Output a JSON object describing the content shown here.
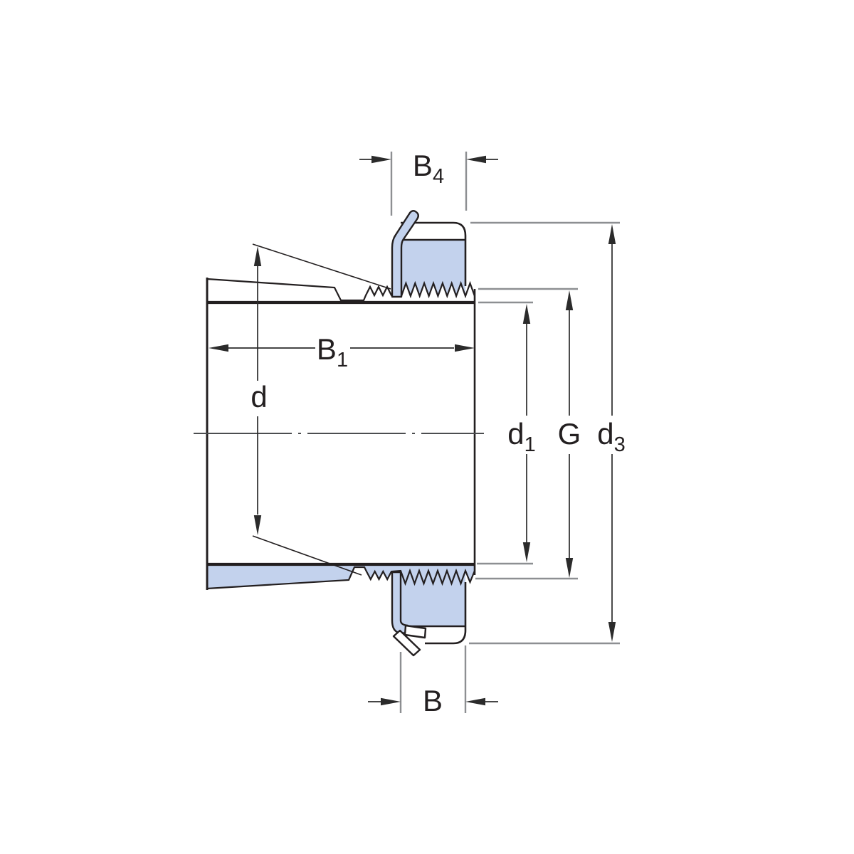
{
  "title": "adapter-sleeve-technical-drawing",
  "colors": {
    "background": "#ffffff",
    "section_fill": "#c3d2ed",
    "outline": "#231f20",
    "dimension_line": "#2b2b2b",
    "extension_line": "#8d8f92",
    "centerline": "#4b4d4f",
    "label_text": "#231f20"
  },
  "dimensions": {
    "b4": {
      "main": "B",
      "sub": "4"
    },
    "b1": {
      "main": "B",
      "sub": "1"
    },
    "d": {
      "main": "d",
      "sub": ""
    },
    "d1": {
      "main": "d",
      "sub": "1"
    },
    "g": {
      "main": "G",
      "sub": ""
    },
    "d3": {
      "main": "d",
      "sub": "3"
    },
    "b": {
      "main": "B",
      "sub": ""
    }
  }
}
